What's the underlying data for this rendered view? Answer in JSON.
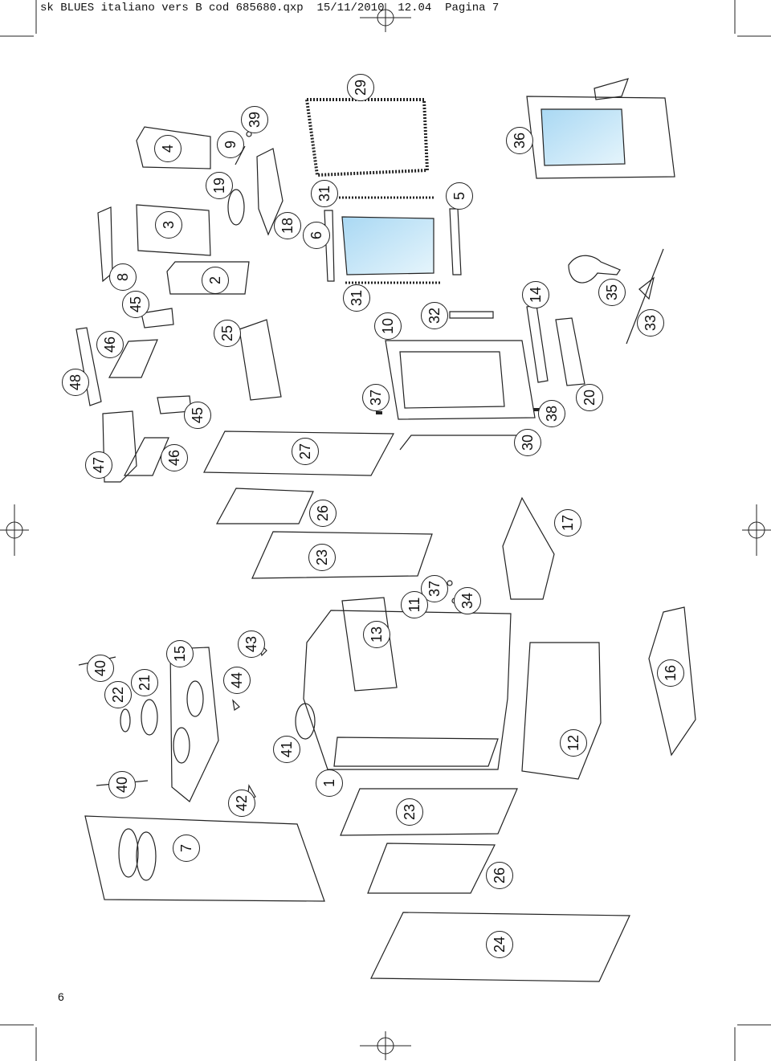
{
  "header": {
    "title": "sk BLUES italiano vers B cod 685680.qxp",
    "date": "15/11/2010",
    "time": "12.04",
    "page": "Pagina 7"
  },
  "footer": {
    "page_number": "6"
  },
  "part_labels": {
    "p1": "1",
    "p2": "2",
    "p3": "3",
    "p4": "4",
    "p5": "5",
    "p6": "6",
    "p7": "7",
    "p8": "8",
    "p9": "9",
    "p10": "10",
    "p11": "11",
    "p12": "12",
    "p13": "13",
    "p14": "14",
    "p15": "15",
    "p16": "16",
    "p17": "17",
    "p18": "18",
    "p19": "19",
    "p20": "20",
    "p21": "21",
    "p22": "22",
    "p23a": "23",
    "p23b": "23",
    "p24": "24",
    "p25": "25",
    "p26a": "26",
    "p26b": "26",
    "p27": "27",
    "p29": "29",
    "p30": "30",
    "p31a": "31",
    "p31b": "31",
    "p32": "32",
    "p33": "33",
    "p34": "34",
    "p35": "35",
    "p36": "36",
    "p37a": "37",
    "p37b": "37",
    "p38": "38",
    "p39": "39",
    "p40a": "40",
    "p40b": "40",
    "p41": "41",
    "p42": "42",
    "p43": "43",
    "p44": "44",
    "p45a": "45",
    "p45b": "45",
    "p46a": "46",
    "p46b": "46",
    "p47": "47",
    "p48": "48"
  },
  "colors": {
    "glass": "#bfe3f7",
    "line": "#222222"
  }
}
